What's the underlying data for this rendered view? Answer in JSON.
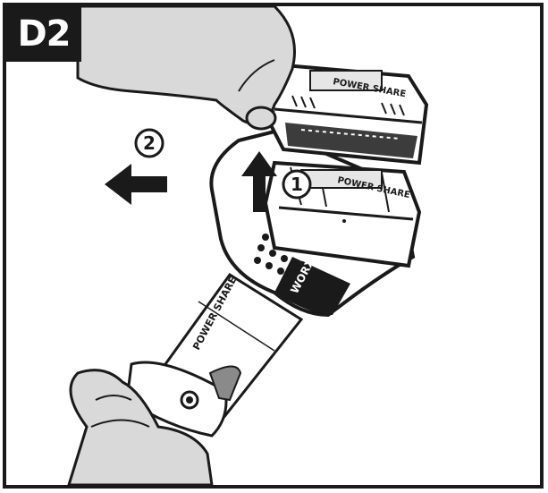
{
  "figure": {
    "step_label": "D2",
    "callouts": [
      {
        "number": "1",
        "meaning": "lift battery pack up"
      },
      {
        "number": "2",
        "meaning": "pull battery pack out"
      }
    ],
    "brand_marks": [
      "POWER SHARE",
      "WORX"
    ],
    "colors": {
      "line": "#1a1a1a",
      "hand_fill": "#d9d9d9",
      "tool_shade": "#8a8a8a",
      "background": "#ffffff"
    }
  }
}
